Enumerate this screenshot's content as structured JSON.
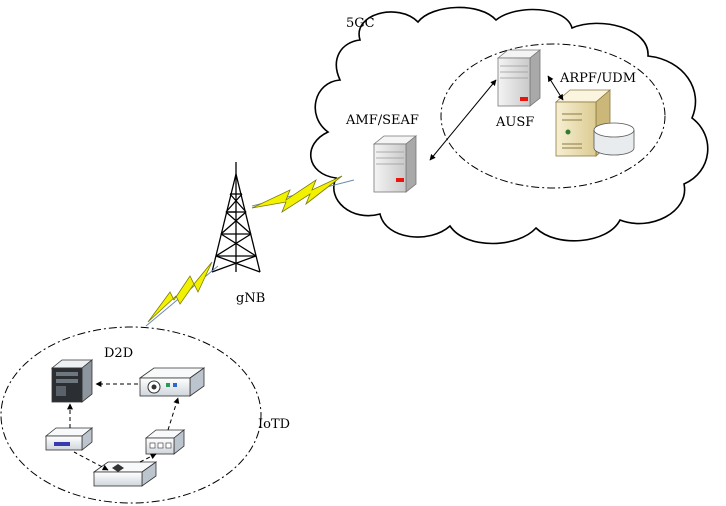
{
  "labels": {
    "core": "5GC",
    "amf": "AMF/SEAF",
    "ausf": "AUSF",
    "arpf": "ARPF/UDM",
    "gnb": "gNB",
    "d2d": "D2D",
    "iotd": "IoTD"
  },
  "colors": {
    "line": "#000000",
    "lightning": "#f2f200",
    "server_body": "#e4e4e4",
    "server_red": "#e8150d",
    "db_body": "#f4e9c4",
    "link": "#6a8bb0"
  },
  "icons": {
    "amf": "server-tower-icon",
    "ausf": "server-tower-icon",
    "arpf": "database-server-icon",
    "gnb": "cell-tower-icon",
    "radio_links": "lightning-bolt-icon",
    "iot_devices": [
      "desktop-tower-icon",
      "projector-icon",
      "router-icon",
      "switch-icon",
      "hub-icon"
    ]
  }
}
